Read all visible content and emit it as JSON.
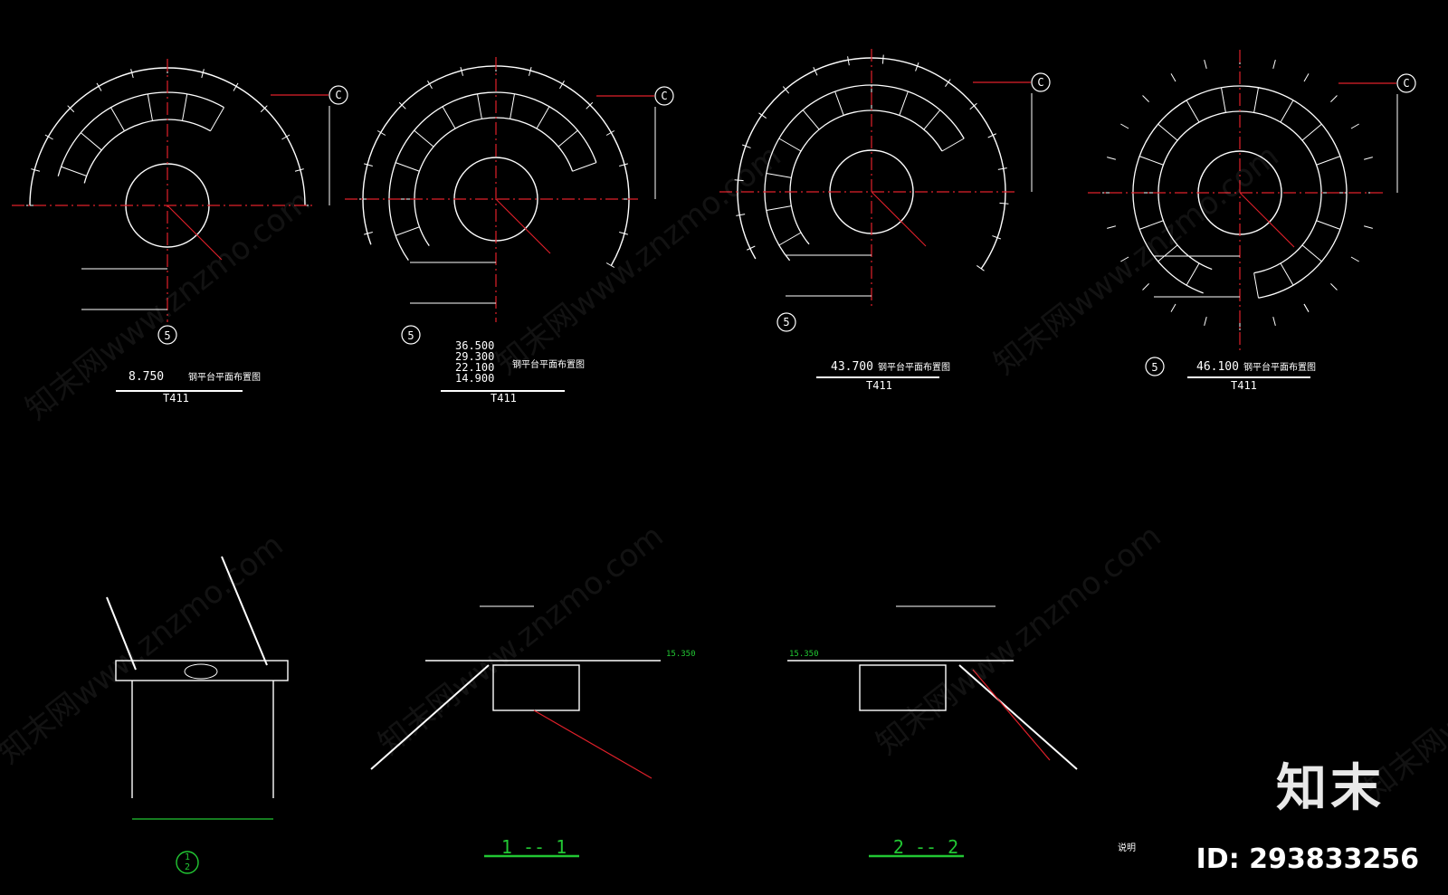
{
  "plans": [
    {
      "elevations": [
        "8.750"
      ],
      "suffix": "钢平台平面布置图",
      "sheet": "T411",
      "axis_top": "C",
      "axis_bottom": "5"
    },
    {
      "elevations": [
        "36.500",
        "29.300",
        "22.100",
        "14.900"
      ],
      "suffix": "钢平台平面布置图",
      "sheet": "T411",
      "axis_top": "C",
      "axis_bottom": "5"
    },
    {
      "elevations": [
        "43.700"
      ],
      "suffix": "钢平台平面布置图",
      "sheet": "T411",
      "axis_top": "C",
      "axis_bottom": "5"
    },
    {
      "elevations": [
        "46.100"
      ],
      "suffix": "钢平台平面布置图",
      "sheet": "T411",
      "axis_top": "C",
      "axis_bottom": "5"
    }
  ],
  "sections": {
    "detail_marker_top": "1",
    "detail_marker_bottom": "2",
    "section_1": "1 -- 1",
    "section_2": "2 -- 2",
    "level_1": "15.350",
    "level_2": "15.350",
    "note": "说明"
  },
  "watermark": {
    "text": "知末网www.znzmo.com"
  },
  "brand": {
    "logo": "知末",
    "id": "ID: 293833256"
  },
  "colors": {
    "background": "#000000",
    "line": "#ffffff",
    "axis": "#e0202a",
    "dimension": "#22c733"
  }
}
